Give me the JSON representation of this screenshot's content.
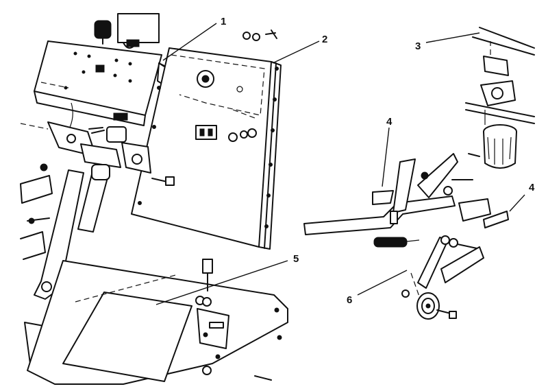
{
  "callouts": [
    {
      "label": "1"
    },
    {
      "label": "2"
    },
    {
      "label": "3"
    },
    {
      "label": "4"
    },
    {
      "label": "4"
    },
    {
      "label": "5"
    },
    {
      "label": "6"
    }
  ]
}
